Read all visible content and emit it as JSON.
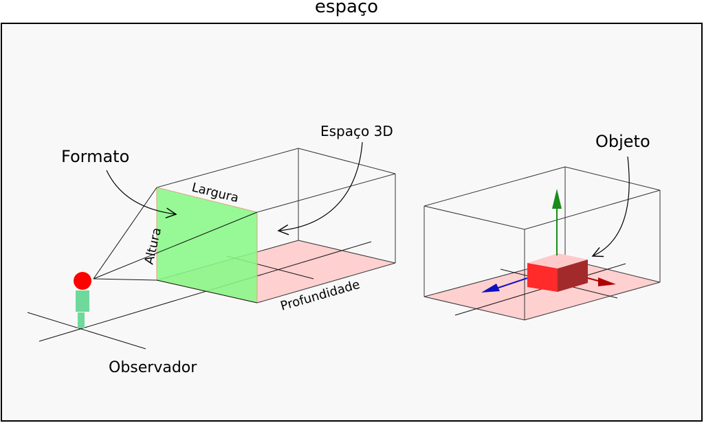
{
  "title": "espaço",
  "labels": {
    "formato": "Formato",
    "espaco3d": "Espaço 3D",
    "largura": "Largura",
    "altura": "Altura",
    "profundidade": "Profundidade",
    "observador": "Observador",
    "objeto": "Objeto"
  },
  "colors": {
    "panel_bg": "#f8f8f8",
    "panel_border": "#000000",
    "format_plane": "#88f888",
    "floor": "#ffd0d0",
    "observer_head": "#ff0000",
    "observer_body": "#6ed99a",
    "object_top": "#ffcaca",
    "object_front": "#ff2a2a",
    "object_side": "#a32a2a",
    "axis_up": "#1a8a1a",
    "axis_left": "#1010c0",
    "axis_right": "#b00000"
  }
}
